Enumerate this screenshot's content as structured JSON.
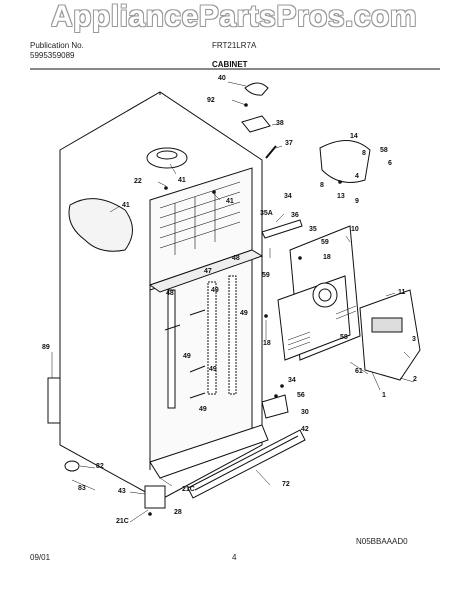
{
  "watermark": "AppliancePartsPros.com",
  "header": {
    "pub_label": "Publication No.",
    "pub_number": "5995359089",
    "model": "FRT21LR7A",
    "section": "CABINET"
  },
  "callouts": [
    "40",
    "92",
    "38",
    "37",
    "14",
    "58",
    "8",
    "6",
    "8",
    "13",
    "9",
    "4",
    "22",
    "41",
    "41",
    "41",
    "34",
    "35A",
    "36",
    "35",
    "59",
    "59",
    "10",
    "18",
    "11",
    "47",
    "48",
    "49",
    "48",
    "49",
    "49",
    "49",
    "49",
    "58",
    "3",
    "89",
    "18",
    "61",
    "2",
    "1",
    "34",
    "56",
    "30",
    "42",
    "82",
    "72",
    "83",
    "43",
    "21C",
    "28",
    "21C"
  ],
  "footer": {
    "code": "N05BBAAAD0",
    "date": "09/01",
    "page": "4"
  }
}
